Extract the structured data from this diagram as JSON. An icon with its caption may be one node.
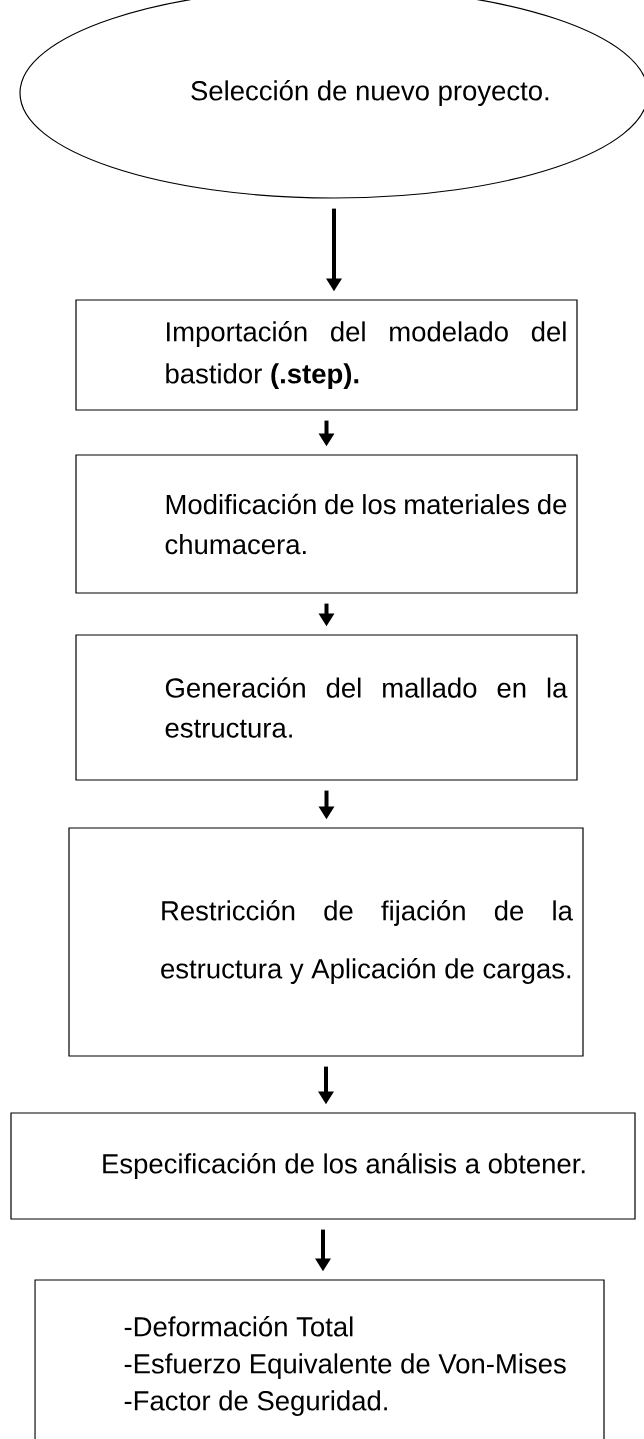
{
  "diagram": {
    "nodes": [
      {
        "text": [
          "Selección de nuevo proyecto."
        ]
      },
      {
        "text": [
          "Importación del modelado del bastidor **(.step).**"
        ]
      },
      {
        "text": [
          "Modificación de los materiales de chumacera."
        ]
      },
      {
        "text": [
          "Generación del mallado en la estructura."
        ]
      },
      {
        "text": [
          "Restricción de fijación de la estructura y Aplicación de cargas."
        ]
      },
      {
        "text": [
          "Especificación de los análisis a obtener."
        ]
      },
      {
        "text": [
          "-Deformación Total",
          "-Esfuerzo Equivalente de Von-Mises",
          "-Factor de Seguridad."
        ]
      }
    ],
    "edges": [
      {
        "from": 0,
        "to": 1,
        "arrow": "to"
      },
      {
        "from": 1,
        "to": 2,
        "arrow": "to"
      },
      {
        "from": 2,
        "to": 3,
        "arrow": "to"
      },
      {
        "from": 3,
        "to": 4,
        "arrow": "to"
      },
      {
        "from": 4,
        "to": 5,
        "arrow": "to"
      },
      {
        "from": 5,
        "to": 6,
        "arrow": "to"
      }
    ]
  }
}
